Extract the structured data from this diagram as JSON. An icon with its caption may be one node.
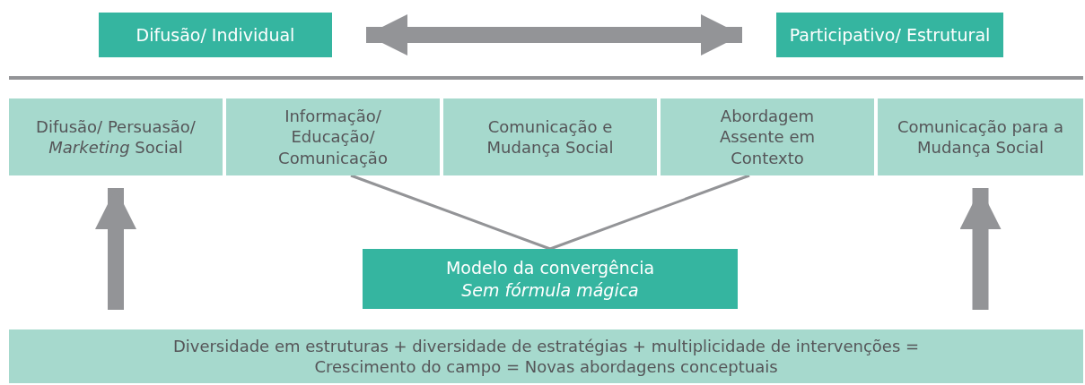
{
  "diagram": {
    "nodes": [
      {
        "text": [
          "Difusão/ Individual"
        ]
      },
      {
        "text": [
          "Participativo/ Estrutural"
        ]
      },
      {
        "text": [
          "Difusão/ Persuasão/ *Marketing* Social"
        ]
      },
      {
        "text": [
          "Informação/ Educação/ Comunicação"
        ]
      },
      {
        "text": [
          "Comunicação e Mudança Social"
        ]
      },
      {
        "text": [
          "Abordagem Assente em Contexto"
        ]
      },
      {
        "text": [
          "Comunicação para a Mudança Social"
        ]
      },
      {
        "text": [
          "Modelo da convergência",
          "Sem fórmula mágica"
        ]
      },
      {
        "text": [
          "Diversidade em estruturas + diversidade de estratégias + multiplicidade de intervenções = Crescimento do campo = Novas abordagens conceptuais"
        ]
      }
    ],
    "edges": [
      {
        "from": 0,
        "to": 1,
        "arrow": "both"
      },
      {
        "from": 3,
        "to": 7,
        "arrow": "none"
      },
      {
        "from": 5,
        "to": 7,
        "arrow": "none"
      },
      {
        "from": 8,
        "to": 2,
        "arrow": "to"
      },
      {
        "from": 8,
        "to": 6,
        "arrow": "to"
      }
    ]
  }
}
